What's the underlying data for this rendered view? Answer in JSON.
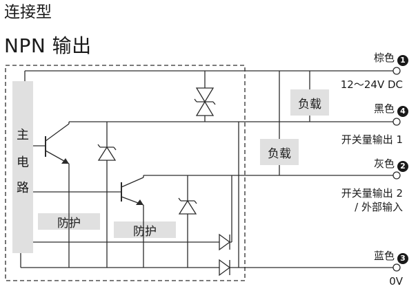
{
  "title": "连接型",
  "subtitle": "NPN 输出",
  "main_circuit_label": [
    "主",
    "电",
    "路"
  ],
  "protection_labels": [
    "防护",
    "防护"
  ],
  "load_labels": [
    "负载",
    "负载"
  ],
  "terminals": [
    {
      "color_name": "棕色",
      "number": "1",
      "desc_lines": [
        "12～24V DC"
      ]
    },
    {
      "color_name": "黑色",
      "number": "4",
      "desc_lines": [
        "开关量输出 1"
      ]
    },
    {
      "color_name": "灰色",
      "number": "2",
      "desc_lines": [
        "开关量输出 2",
        "/ 外部输入"
      ]
    },
    {
      "color_name": "蓝色",
      "number": "3",
      "desc_lines": [
        "0V"
      ]
    }
  ]
}
